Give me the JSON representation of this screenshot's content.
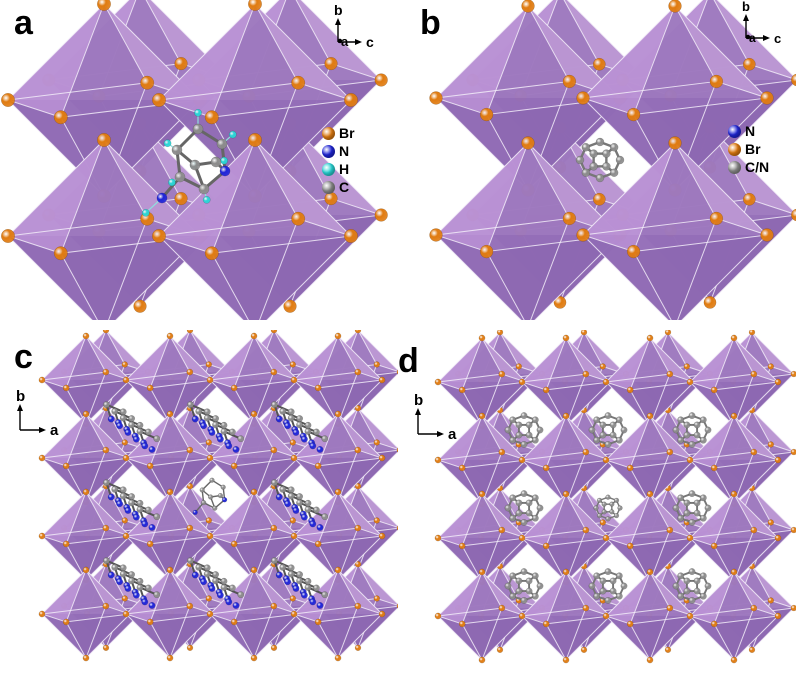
{
  "colors": {
    "octa_dark": "#8b66b0",
    "octa_light": "#dcb8ec",
    "octa_mid": "#b48bd0",
    "edge": "#f2ecf8",
    "br": "#e07b10",
    "n": "#1f25d8",
    "h": "#29d6d6",
    "c": "#8c8c8c"
  },
  "panels": {
    "a": {
      "label": "a",
      "axis": {
        "up": "b",
        "right": "c",
        "into": "a"
      },
      "legend": [
        {
          "label": "Br",
          "color": "#e07b10"
        },
        {
          "label": "N",
          "color": "#1f25d8"
        },
        {
          "label": "H",
          "color": "#29d6d6"
        },
        {
          "label": "C",
          "color": "#8c8c8c"
        }
      ]
    },
    "b": {
      "label": "b",
      "axis": {
        "up": "b",
        "right": "c",
        "into": "a"
      },
      "legend": [
        {
          "label": "N",
          "color": "#1f25d8"
        },
        {
          "label": "Br",
          "color": "#e07b10"
        },
        {
          "label": "C/N",
          "color": "#8c8c8c"
        }
      ]
    },
    "c": {
      "label": "c",
      "axis": {
        "up": "b",
        "right": "a"
      }
    },
    "d": {
      "label": "d",
      "axis": {
        "up": "b",
        "right": "a"
      }
    }
  }
}
